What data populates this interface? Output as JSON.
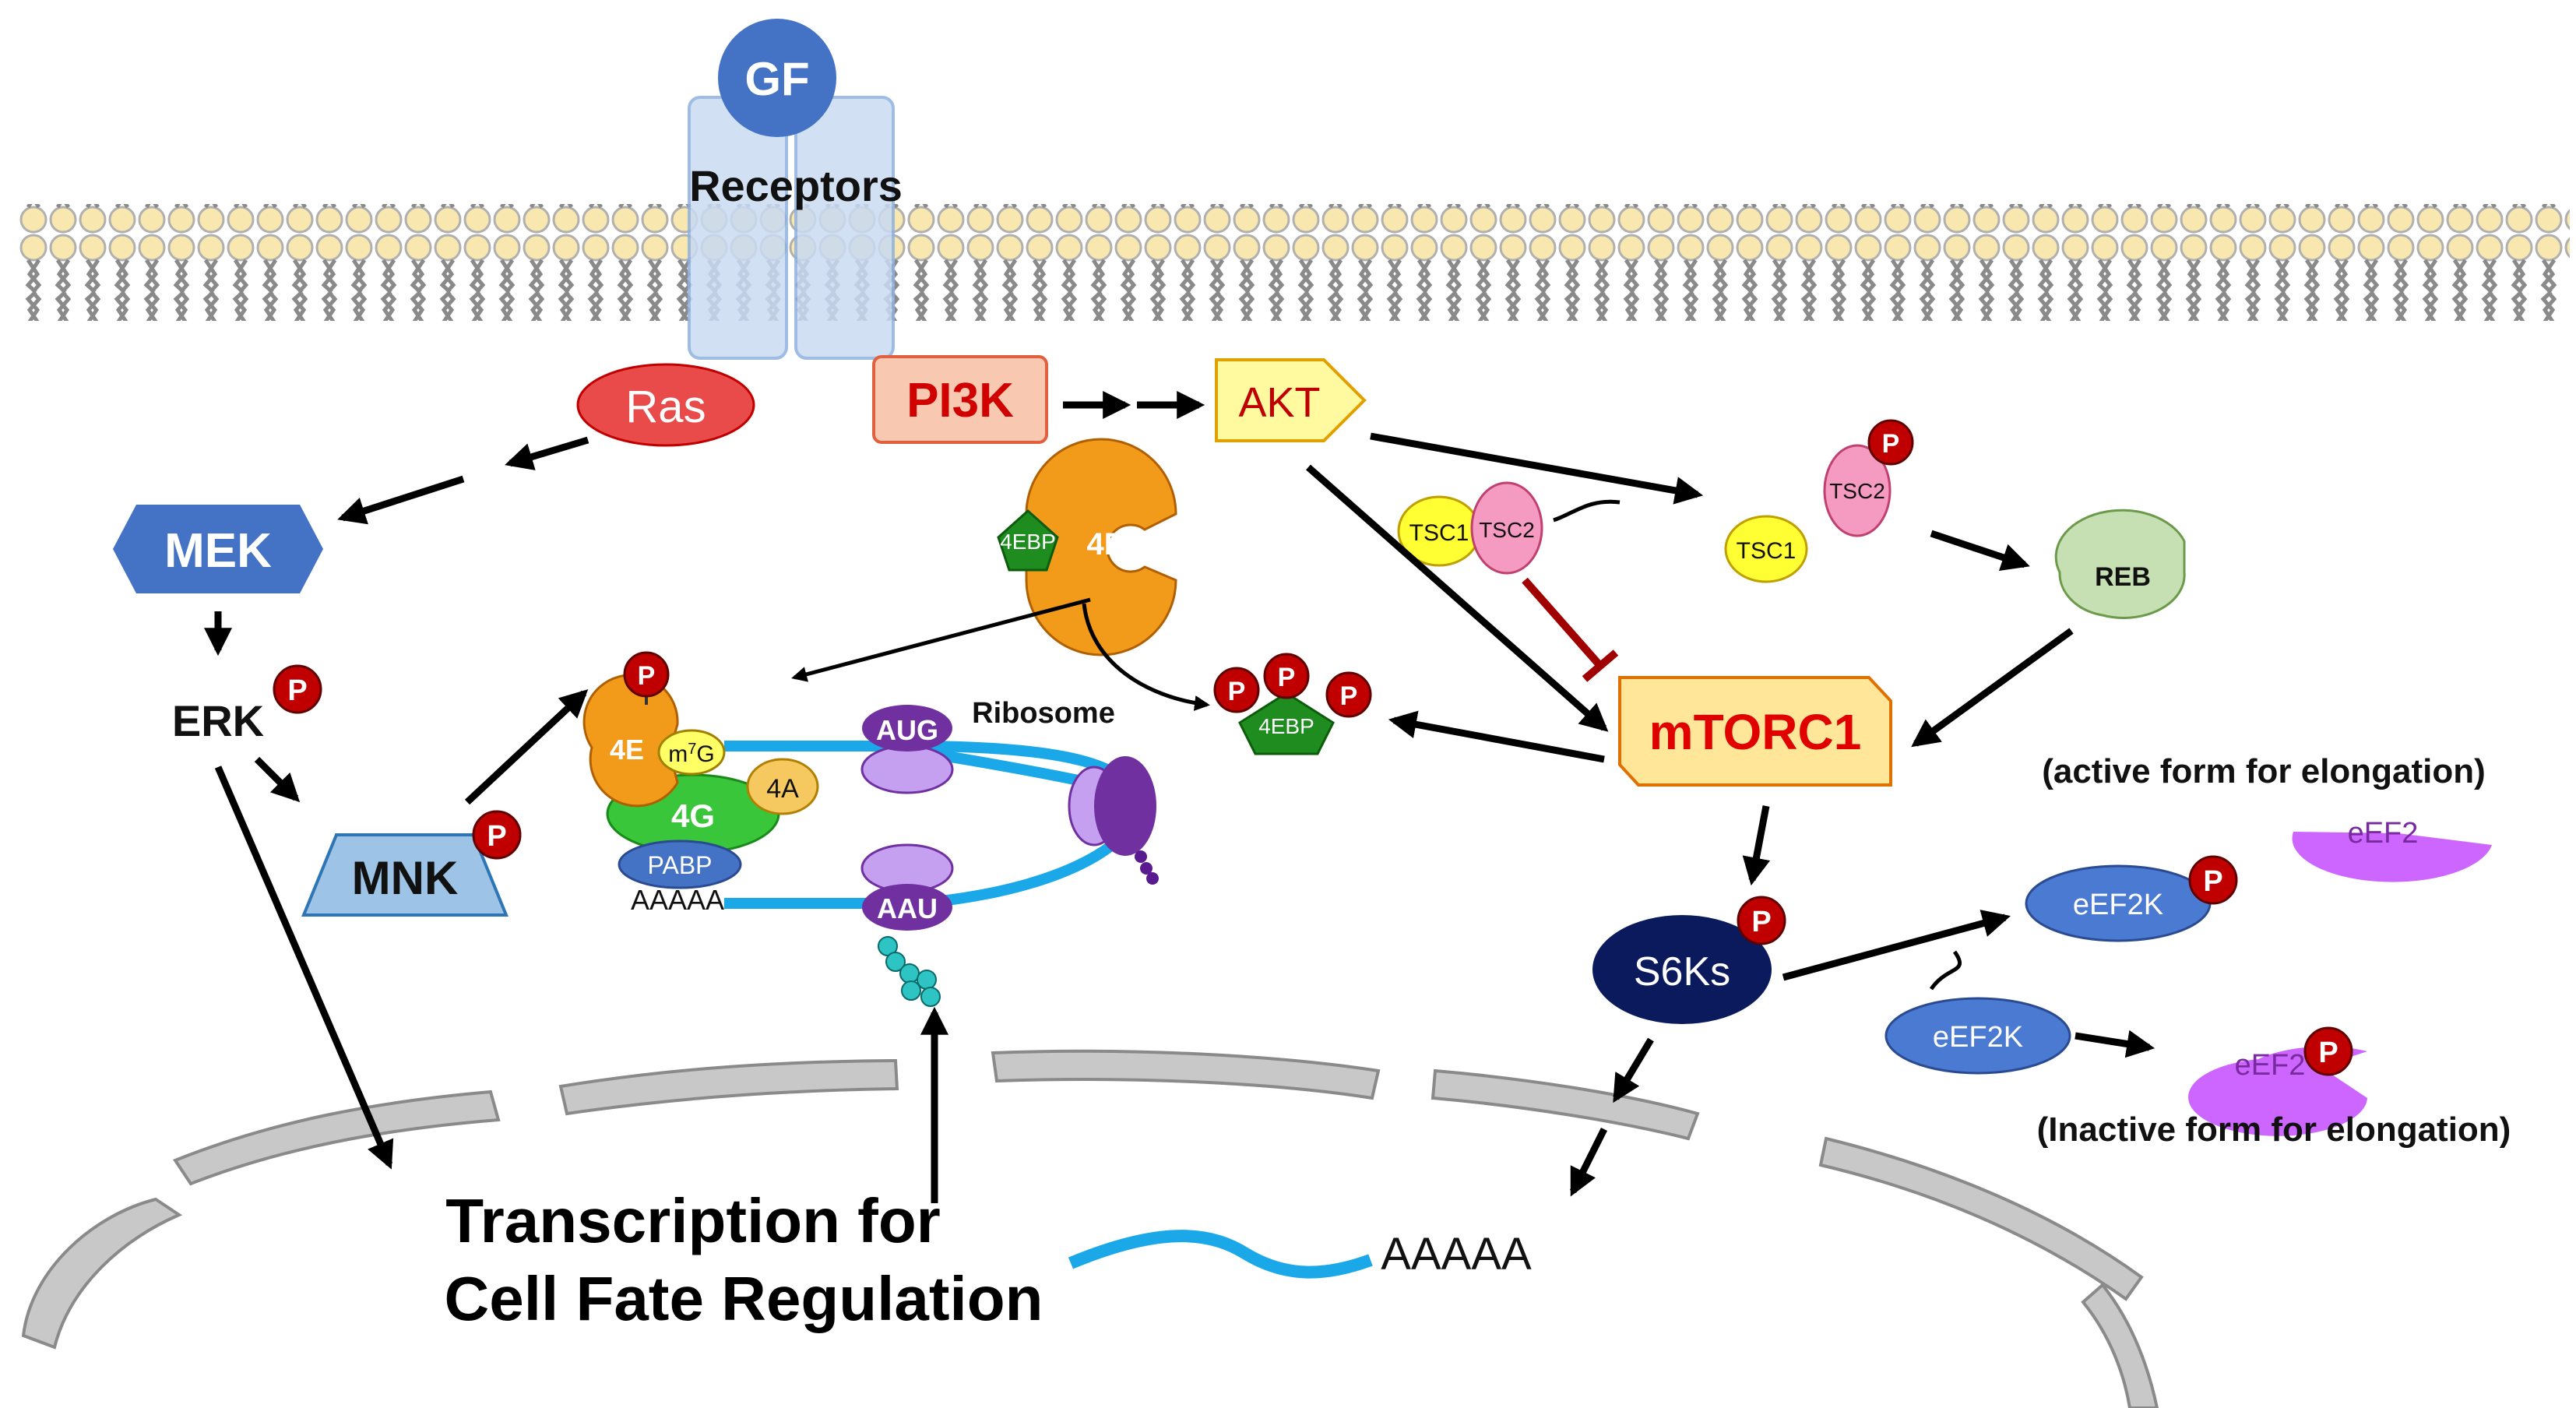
{
  "nodes": {
    "gf": "GF",
    "receptors": "Receptors",
    "ras": "Ras",
    "pi3k": "PI3K",
    "akt": "AKT",
    "mek": "MEK",
    "erk": "ERK",
    "mnk": "MNK",
    "tsc1": "TSC1",
    "tsc2": "TSC2",
    "reb": "REB",
    "mtorc1": "mTORC1",
    "s6ks": "S6Ks",
    "eef2k": "eEF2K",
    "eef2": "eEF2",
    "fourebp": "4EBP",
    "foure": "4E",
    "m7g_base": "m",
    "m7g_sup": "7",
    "m7g_end": "G",
    "foura": "4A",
    "fourg": "4G",
    "pabp": "PABP",
    "aug": "AUG",
    "aau": "AAU",
    "ribosome": "Ribosome",
    "polya": "AAAAA",
    "p": "P"
  },
  "labels": {
    "active_form": "(active form for elongation)",
    "inactive_form": "(Inactive form for elongation)",
    "transcription_line1": "Transcription for",
    "transcription_line2": "Cell Fate Regulation"
  },
  "colors": {
    "mek": "#4472c4",
    "ras": "#e94b4b",
    "pi3k": "#f8c8b0",
    "akt": "#fffaa0",
    "mtorc1": "#ffe699",
    "s6ks": "#0b1a5c",
    "eef2": "#cc66ff",
    "eef2k": "#4a7ad1",
    "fourebp": "#1e8c1e",
    "foure": "#f29a1a",
    "fourg": "#3ac63a",
    "tsc1": "#ffff33",
    "tsc2": "#f59ac0",
    "reb": "#c6e0b4",
    "phospho": "#c00000",
    "mrna": "#1aa8e8"
  }
}
